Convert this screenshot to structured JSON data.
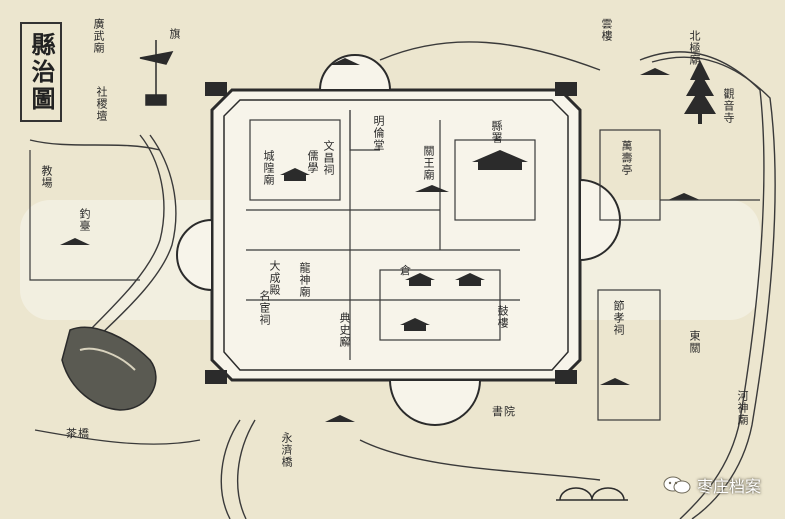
{
  "map": {
    "title": "縣治圖",
    "labels": {
      "guangwu_temple": "廣武廟",
      "lantern_pole": "旗",
      "tower_right": "雲樓",
      "fishing_platform": "釣臺",
      "altar": "社稷壇",
      "yamen_south": "縣署",
      "city_god": "城隍廟",
      "wenchang": "文昌祠",
      "confucian_school": "儒學",
      "ming_lun": "明倫堂",
      "guan_temple": "關王廟",
      "left_gate": "大成殿",
      "ancestral": "名宦祠",
      "dragon_temple": "龍神廟",
      "pavilion": "萬壽亭",
      "book_hall": "書院",
      "mountain": "觀音寺",
      "north_temple": "北極廟",
      "tea_bridge": "茶橋",
      "east_label": "東關",
      "cang": "倉",
      "drum_tower": "鼓樓",
      "right_shrines": "節孝祠",
      "south_bridge": "永濟橋",
      "river_temple": "河神廟",
      "west_fort": "教場",
      "inner_hall": "典史廨"
    },
    "watermark": "枣庄档案",
    "colors": {
      "paper": "#ece6cf",
      "ink": "#2b2b2b",
      "wall_fill": "#f7f4ea",
      "watermark_band": "#ffffff"
    }
  }
}
